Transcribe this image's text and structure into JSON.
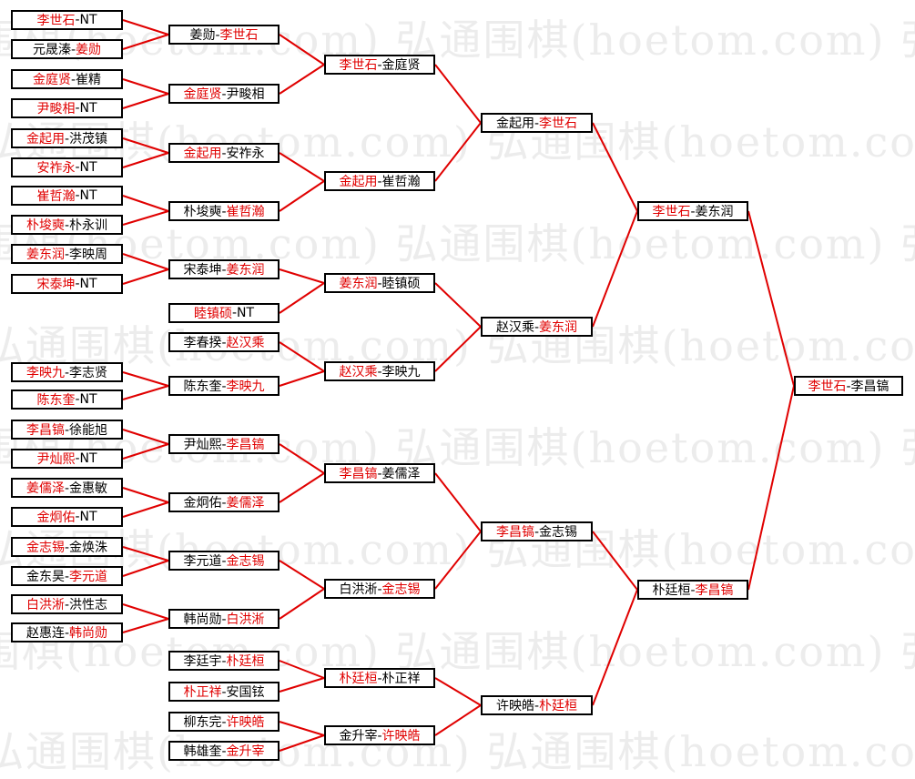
{
  "watermark": {
    "text": "弘通围棋(hoetom.com) 弘通围棋(hoetom.com) 弘通围棋(hoetom.com)"
  },
  "bracket": {
    "line_color": "#e00000",
    "winner_color": "#e00000",
    "rounds": [
      [
        [
          {
            "t": "李世石",
            "w": true
          },
          {
            "t": "-NT",
            "w": false
          }
        ],
        [
          {
            "t": "元晟溱-",
            "w": false
          },
          {
            "t": "姜勋",
            "w": true
          }
        ],
        [
          {
            "t": "金庭贤",
            "w": true
          },
          {
            "t": "-崔精",
            "w": false
          }
        ],
        [
          {
            "t": "尹畯相",
            "w": true
          },
          {
            "t": "-NT",
            "w": false
          }
        ],
        [
          {
            "t": "金起用",
            "w": true
          },
          {
            "t": "-洪茂镇",
            "w": false
          }
        ],
        [
          {
            "t": "安祚永",
            "w": true
          },
          {
            "t": "-NT",
            "w": false
          }
        ],
        [
          {
            "t": "崔哲瀚",
            "w": true
          },
          {
            "t": "-NT",
            "w": false
          }
        ],
        [
          {
            "t": "朴埈奭",
            "w": true
          },
          {
            "t": "-朴永训",
            "w": false
          }
        ],
        [
          {
            "t": "姜东润",
            "w": true
          },
          {
            "t": "-李映周",
            "w": false
          }
        ],
        [
          {
            "t": "宋泰坤",
            "w": true
          },
          {
            "t": "-NT",
            "w": false
          }
        ],
        [
          {
            "t": "李映九",
            "w": true
          },
          {
            "t": "-李志贤",
            "w": false
          }
        ],
        [
          {
            "t": "陈东奎",
            "w": true
          },
          {
            "t": "-NT",
            "w": false
          }
        ],
        [
          {
            "t": "李昌镐",
            "w": true
          },
          {
            "t": "-徐能旭",
            "w": false
          }
        ],
        [
          {
            "t": "尹灿熙",
            "w": true
          },
          {
            "t": "-NT",
            "w": false
          }
        ],
        [
          {
            "t": "姜儒泽",
            "w": true
          },
          {
            "t": "-金惠敏",
            "w": false
          }
        ],
        [
          {
            "t": "金炯佑",
            "w": true
          },
          {
            "t": "-NT",
            "w": false
          }
        ],
        [
          {
            "t": "金志锡",
            "w": true
          },
          {
            "t": "-金焕洙",
            "w": false
          }
        ],
        [
          {
            "t": "金东昊-",
            "w": false
          },
          {
            "t": "李元道",
            "w": true
          }
        ],
        [
          {
            "t": "白洪淅",
            "w": true
          },
          {
            "t": "-洪性志",
            "w": false
          }
        ],
        [
          {
            "t": "赵惠连-",
            "w": false
          },
          {
            "t": "韩尚勋",
            "w": true
          }
        ]
      ],
      [
        [
          {
            "t": "姜勋-",
            "w": false
          },
          {
            "t": "李世石",
            "w": true
          }
        ],
        [
          {
            "t": "金庭贤",
            "w": true
          },
          {
            "t": "-尹畯相",
            "w": false
          }
        ],
        [
          {
            "t": "金起用",
            "w": true
          },
          {
            "t": "-安祚永",
            "w": false
          }
        ],
        [
          {
            "t": "朴埈奭-",
            "w": false
          },
          {
            "t": "崔哲瀚",
            "w": true
          }
        ],
        [
          {
            "t": "宋泰坤-",
            "w": false
          },
          {
            "t": "姜东润",
            "w": true
          }
        ],
        [
          {
            "t": "睦镇硕",
            "w": true
          },
          {
            "t": "-NT",
            "w": false
          }
        ],
        [
          {
            "t": "李春揆-",
            "w": false
          },
          {
            "t": "赵汉乘",
            "w": true
          }
        ],
        [
          {
            "t": "陈东奎-",
            "w": false
          },
          {
            "t": "李映九",
            "w": true
          }
        ],
        [
          {
            "t": "尹灿熙-",
            "w": false
          },
          {
            "t": "李昌镐",
            "w": true
          }
        ],
        [
          {
            "t": "金炯佑-",
            "w": false
          },
          {
            "t": "姜儒泽",
            "w": true
          }
        ],
        [
          {
            "t": "李元道-",
            "w": false
          },
          {
            "t": "金志锡",
            "w": true
          }
        ],
        [
          {
            "t": "韩尚勋-",
            "w": false
          },
          {
            "t": "白洪淅",
            "w": true
          }
        ],
        [
          {
            "t": "李廷宇-",
            "w": false
          },
          {
            "t": "朴廷桓",
            "w": true
          }
        ],
        [
          {
            "t": "朴正祥",
            "w": true
          },
          {
            "t": "-安国铉",
            "w": false
          }
        ],
        [
          {
            "t": "柳东完-",
            "w": false
          },
          {
            "t": "许映皓",
            "w": true
          }
        ],
        [
          {
            "t": "韩雄奎-",
            "w": false
          },
          {
            "t": "金升宰",
            "w": true
          }
        ]
      ],
      [
        [
          {
            "t": "李世石",
            "w": true
          },
          {
            "t": "-金庭贤",
            "w": false
          }
        ],
        [
          {
            "t": "金起用",
            "w": true
          },
          {
            "t": "-崔哲瀚",
            "w": false
          }
        ],
        [
          {
            "t": "姜东润",
            "w": true
          },
          {
            "t": "-睦镇硕",
            "w": false
          }
        ],
        [
          {
            "t": "赵汉乘",
            "w": true
          },
          {
            "t": "-李映九",
            "w": false
          }
        ],
        [
          {
            "t": "李昌镐",
            "w": true
          },
          {
            "t": "-姜儒泽",
            "w": false
          }
        ],
        [
          {
            "t": "白洪淅-",
            "w": false
          },
          {
            "t": "金志锡",
            "w": true
          }
        ],
        [
          {
            "t": "朴廷桓",
            "w": true
          },
          {
            "t": "-朴正祥",
            "w": false
          }
        ],
        [
          {
            "t": "金升宰-",
            "w": false
          },
          {
            "t": "许映皓",
            "w": true
          }
        ]
      ],
      [
        [
          {
            "t": "金起用-",
            "w": false
          },
          {
            "t": "李世石",
            "w": true
          }
        ],
        [
          {
            "t": "赵汉乘-",
            "w": false
          },
          {
            "t": "姜东润",
            "w": true
          }
        ],
        [
          {
            "t": "李昌镐",
            "w": true
          },
          {
            "t": "-金志锡",
            "w": false
          }
        ],
        [
          {
            "t": "许映皓-",
            "w": false
          },
          {
            "t": "朴廷桓",
            "w": true
          }
        ]
      ],
      [
        [
          {
            "t": "李世石",
            "w": true
          },
          {
            "t": "-姜东润",
            "w": false
          }
        ],
        [
          {
            "t": "朴廷桓-",
            "w": false
          },
          {
            "t": "李昌镐",
            "w": true
          }
        ]
      ],
      [
        [
          {
            "t": "李世石",
            "w": true
          },
          {
            "t": "-李昌镐",
            "w": false
          }
        ]
      ]
    ]
  }
}
